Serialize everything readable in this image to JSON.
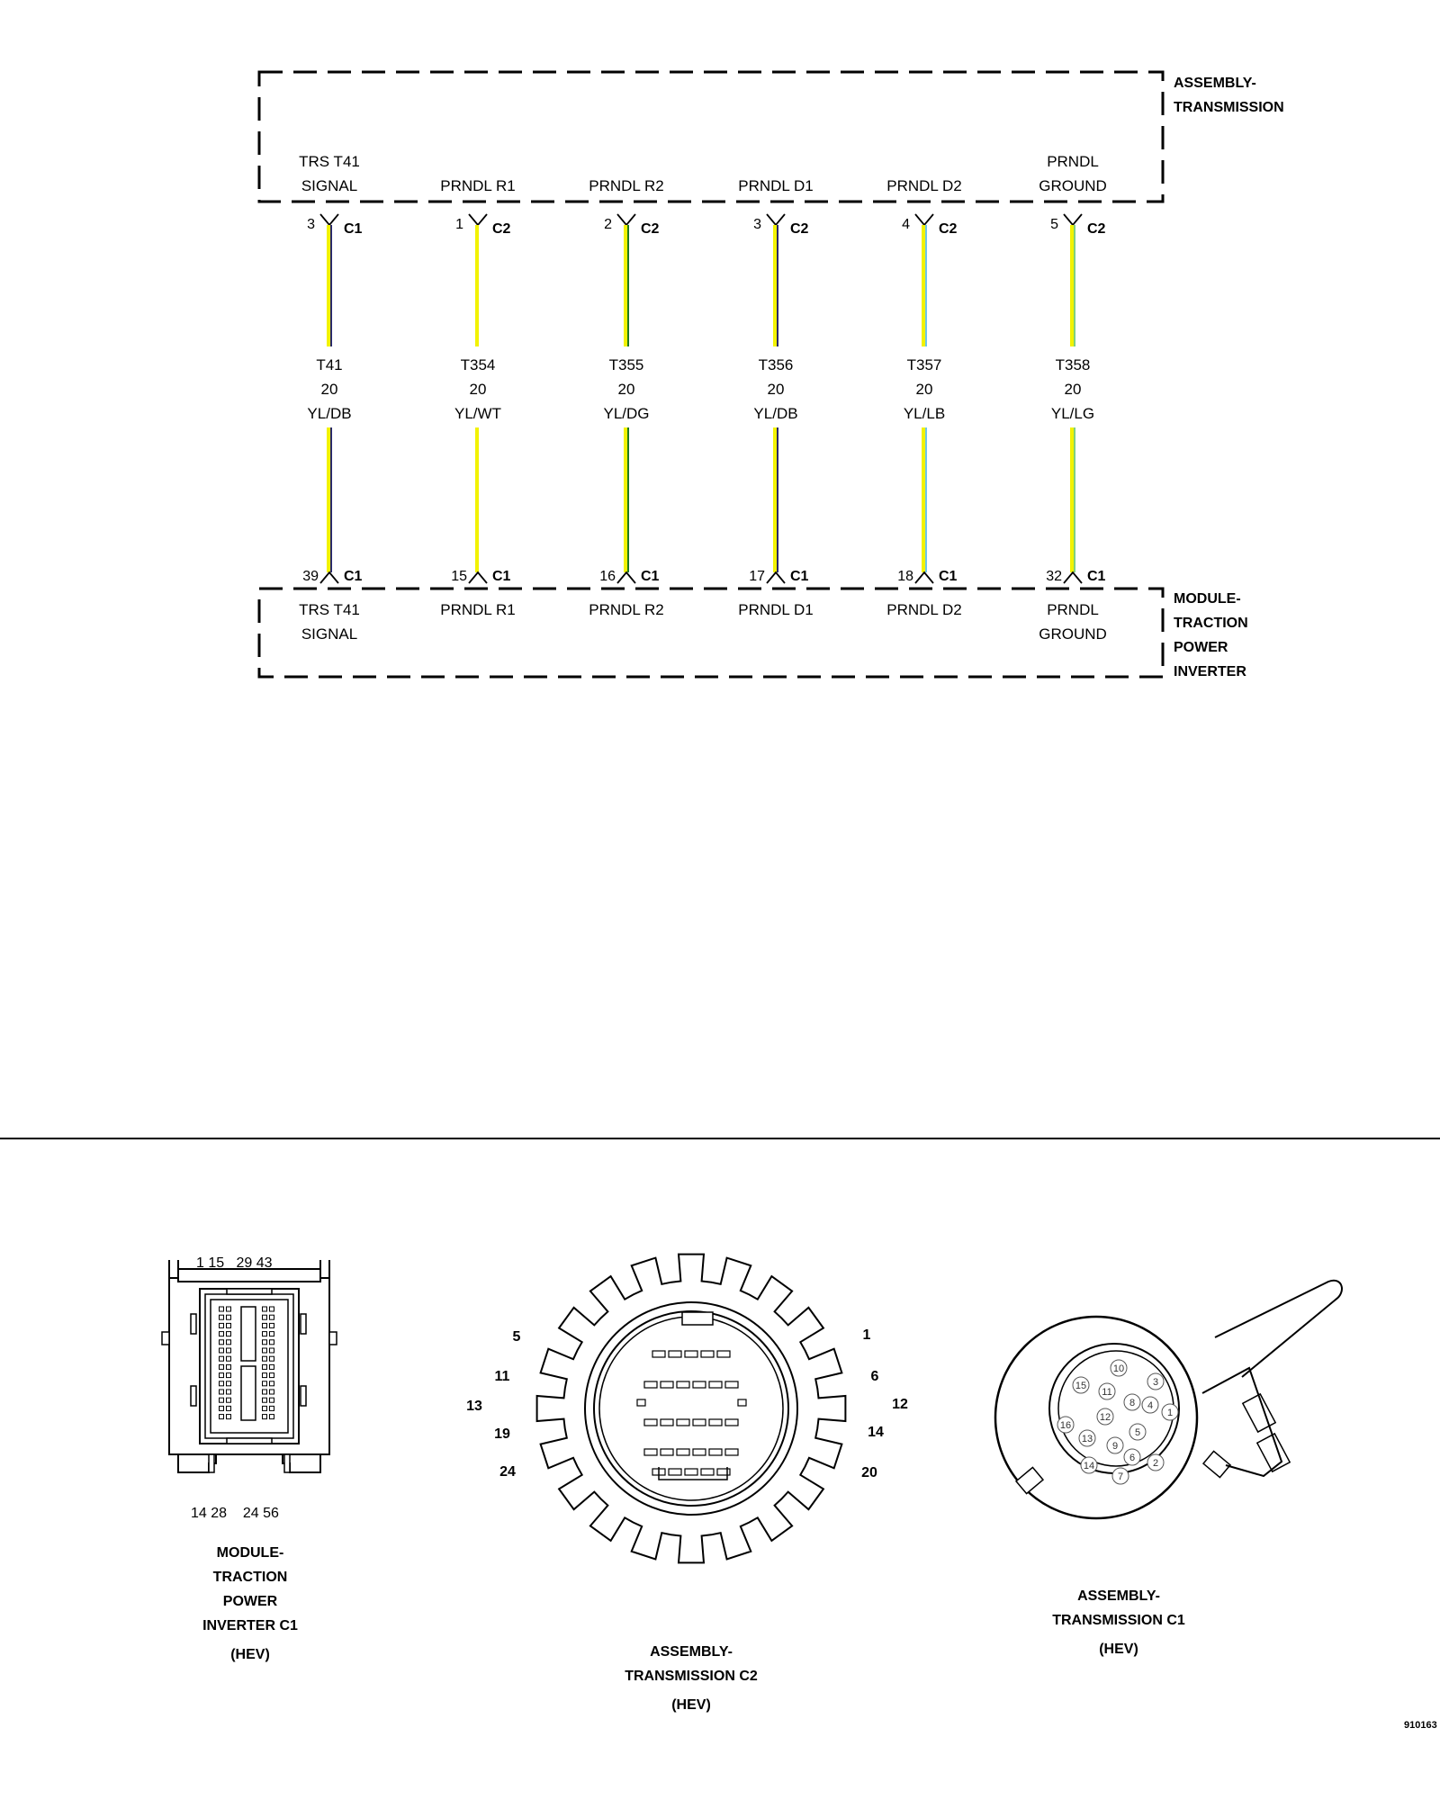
{
  "top_box": {
    "title_line1": "ASSEMBLY-",
    "title_line2": "TRANSMISSION"
  },
  "bottom_box": {
    "title_line1": "MODULE-",
    "title_line2": "TRACTION",
    "title_line3": "POWER",
    "title_line4": "INVERTER"
  },
  "circuits": [
    {
      "top_label": [
        "TRS T41",
        "SIGNAL"
      ],
      "top_pin": "3",
      "top_conn": "C1",
      "wire_id": "T41",
      "gauge": "20",
      "color_code": "YL/DB",
      "bottom_pin": "39",
      "bottom_conn": "C1",
      "bottom_label": [
        "TRS T41",
        "SIGNAL"
      ],
      "stripe_color": "#2a2a6a"
    },
    {
      "top_label": [
        "PRNDL R1"
      ],
      "top_pin": "1",
      "top_conn": "C2",
      "wire_id": "T354",
      "gauge": "20",
      "color_code": "YL/WT",
      "bottom_pin": "15",
      "bottom_conn": "C1",
      "bottom_label": [
        "PRNDL R1"
      ],
      "stripe_color": "#ffffff"
    },
    {
      "top_label": [
        "PRNDL R2"
      ],
      "top_pin": "2",
      "top_conn": "C2",
      "wire_id": "T355",
      "gauge": "20",
      "color_code": "YL/DG",
      "bottom_pin": "16",
      "bottom_conn": "C1",
      "bottom_label": [
        "PRNDL R2"
      ],
      "stripe_color": "#1f7a1f"
    },
    {
      "top_label": [
        "PRNDL D1"
      ],
      "top_pin": "3",
      "top_conn": "C2",
      "wire_id": "T356",
      "gauge": "20",
      "color_code": "YL/DB",
      "bottom_pin": "17",
      "bottom_conn": "C1",
      "bottom_label": [
        "PRNDL D1"
      ],
      "stripe_color": "#2a2a6a"
    },
    {
      "top_label": [
        "PRNDL D2"
      ],
      "top_pin": "4",
      "top_conn": "C2",
      "wire_id": "T357",
      "gauge": "20",
      "color_code": "YL/LB",
      "bottom_pin": "18",
      "bottom_conn": "C1",
      "bottom_label": [
        "PRNDL D2"
      ],
      "stripe_color": "#6ec6e8"
    },
    {
      "top_label": [
        "PRNDL",
        "GROUND"
      ],
      "top_pin": "5",
      "top_conn": "C2",
      "wire_id": "T358",
      "gauge": "20",
      "color_code": "YL/LG",
      "bottom_pin": "32",
      "bottom_conn": "C1",
      "bottom_label": [
        "PRNDL",
        "GROUND"
      ],
      "stripe_color": "#7fd17f"
    }
  ],
  "wire_base_color": "#f2f200",
  "connectors": {
    "inverter_c1": {
      "top_pins": "1 15   29 43",
      "bottom_pins": "14 28    24 56",
      "caption": [
        "MODULE-",
        "TRACTION",
        "POWER",
        "INVERTER C1",
        "(HEV)"
      ]
    },
    "transmission_c2": {
      "left_pins": [
        "5",
        "11",
        "13",
        "19",
        "24"
      ],
      "right_pins": [
        "1",
        "6",
        "12",
        "14",
        "20"
      ],
      "caption": [
        "ASSEMBLY-",
        "TRANSMISSION C2",
        "(HEV)"
      ]
    },
    "transmission_c1": {
      "cavities": [
        "1",
        "2",
        "3",
        "4",
        "5",
        "6",
        "7",
        "8",
        "9",
        "10",
        "11",
        "12",
        "13",
        "14",
        "15",
        "16"
      ],
      "caption": [
        "ASSEMBLY-",
        "TRANSMISSION C1",
        "(HEV)"
      ]
    }
  },
  "figure_id": "910163"
}
